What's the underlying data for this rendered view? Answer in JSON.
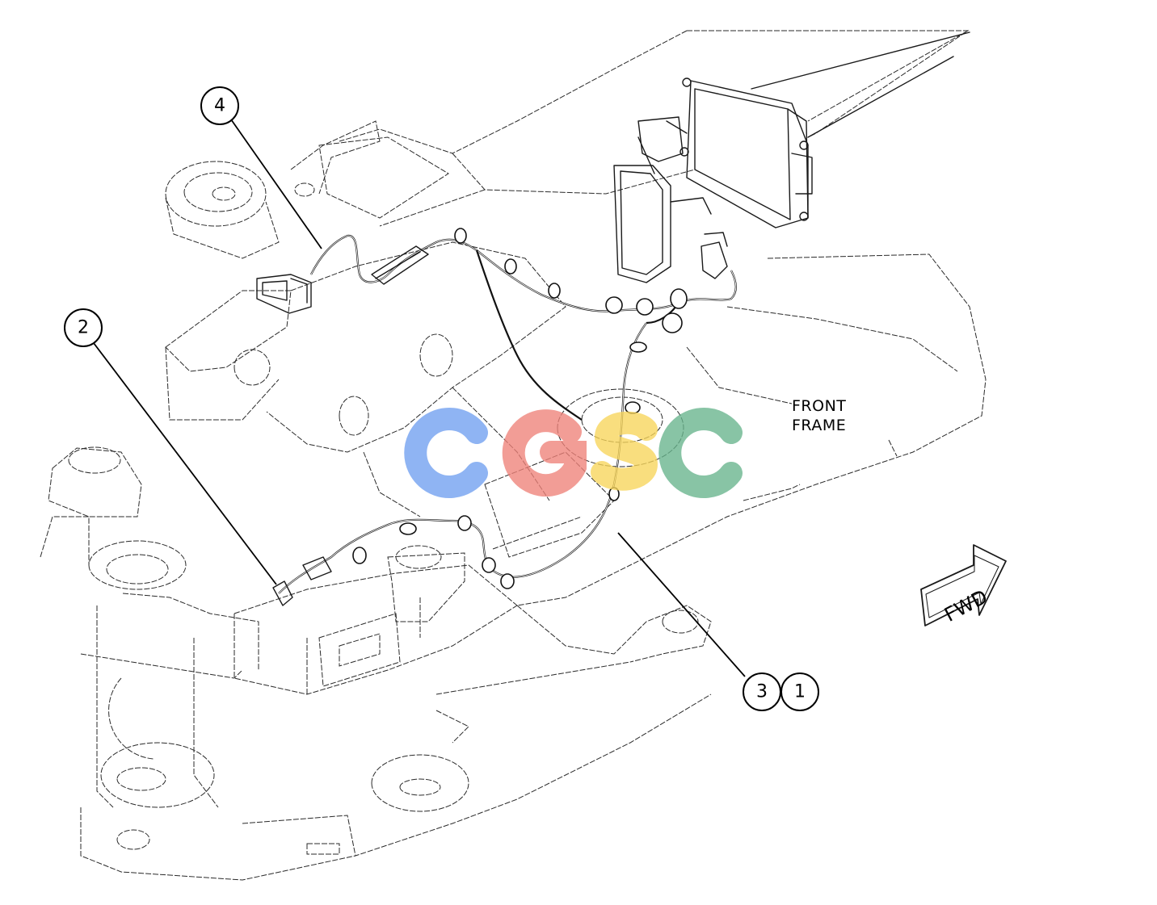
{
  "callouts": [
    {
      "id": "callout-1",
      "label": "1"
    },
    {
      "id": "callout-2",
      "label": "2"
    },
    {
      "id": "callout-3",
      "label": "3"
    },
    {
      "id": "callout-4",
      "label": "4"
    }
  ],
  "frame_label_line1": "FRONT",
  "frame_label_line2": "FRAME",
  "direction_arrow_label": "FWD",
  "watermark": {
    "text": "CGSC",
    "colors": {
      "c1": "#6f9fef",
      "g": "#ee8279",
      "s": "#f7d55a",
      "c2": "#67b48c"
    }
  }
}
